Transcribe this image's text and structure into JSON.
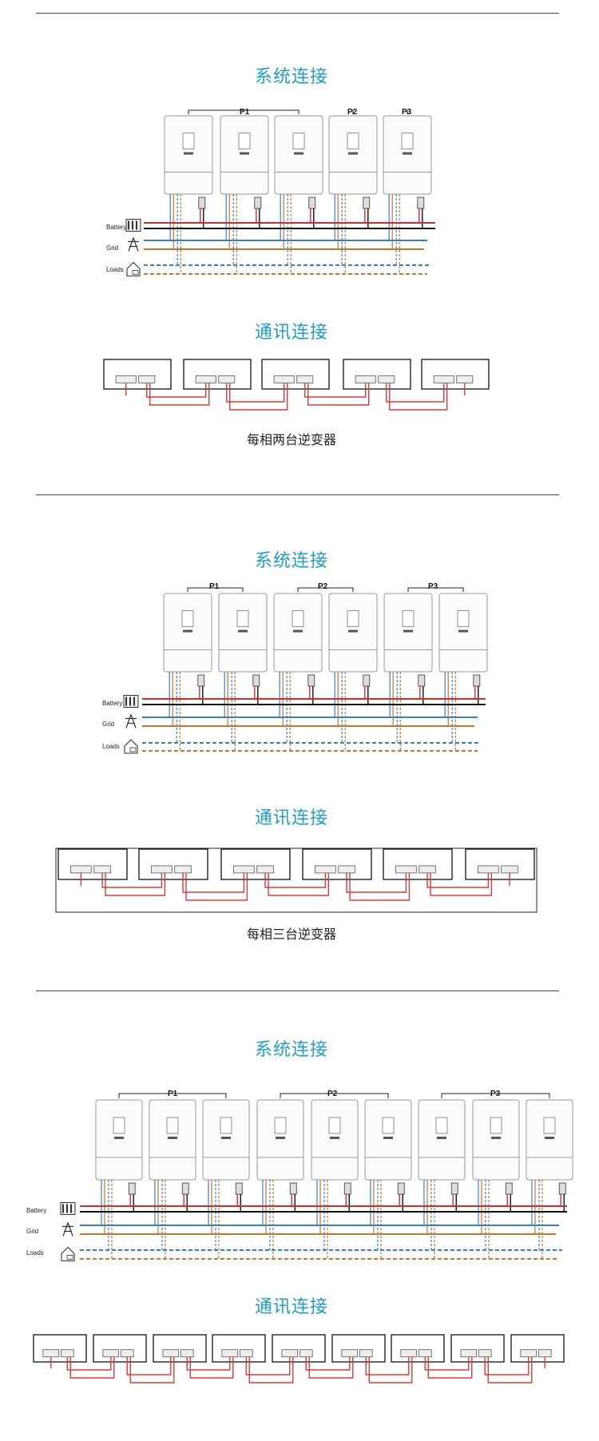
{
  "sections": [
    {
      "system_title": "系统连接",
      "comm_title": "通讯连接",
      "caption": "每相两台逆变器",
      "phase_labels": [
        "P1",
        "P2",
        "P3"
      ],
      "line_labels": [
        "Battery",
        "Grid",
        "Loads"
      ]
    },
    {
      "system_title": "系统连接",
      "comm_title": "通讯连接",
      "caption": "每相三台逆变器",
      "phase_labels": [
        "P1",
        "P2",
        "P3"
      ],
      "line_labels": [
        "Battery",
        "Grid",
        "Loads"
      ]
    },
    {
      "system_title": "系统连接",
      "comm_title": "通讯连接",
      "caption": "",
      "phase_labels": [
        "P1",
        "P2",
        "P3"
      ],
      "line_labels": [
        "Battery",
        "Grid",
        "Loads"
      ]
    }
  ],
  "colors": {
    "title": "#1f9ec9",
    "battery_pos": "#d62b2b",
    "battery_neg": "#111111",
    "grid_blue": "#3a7fc4",
    "grid_brown": "#c0782f",
    "comm_cable": "#d83a3a"
  }
}
